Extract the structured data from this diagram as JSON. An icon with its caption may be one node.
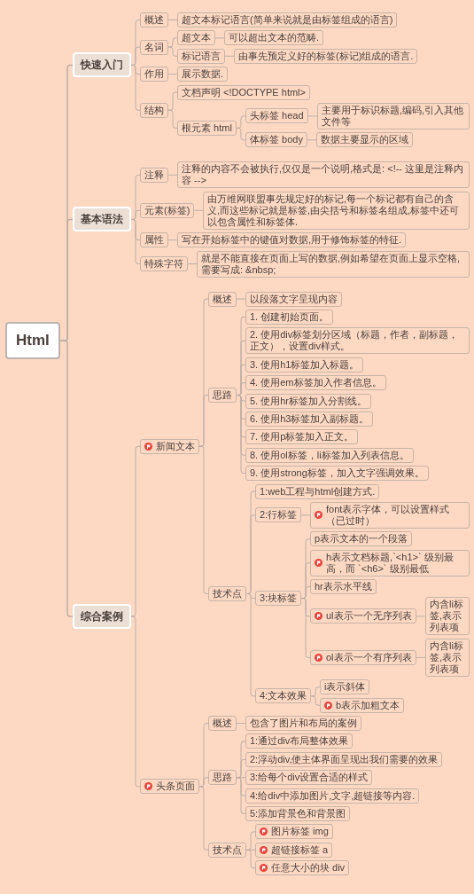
{
  "diagram": {
    "nodes": [
      {
        "text": [
          "Html"
        ]
      },
      {
        "text": [
          "快速入门"
        ]
      },
      {
        "text": [
          "基本语法"
        ]
      },
      {
        "text": [
          "综合案例"
        ]
      },
      {
        "text": [
          "概述"
        ]
      },
      {
        "text": [
          "超文本标记语言(简单来说就是由标签组成的语言)"
        ]
      },
      {
        "text": [
          "名词"
        ]
      },
      {
        "text": [
          "超文本"
        ]
      },
      {
        "text": [
          "可以超出文本的范畴."
        ]
      },
      {
        "text": [
          "标记语言"
        ]
      },
      {
        "text": [
          "由事先预定义好的标签(标记)组成的语言."
        ]
      },
      {
        "text": [
          "作用"
        ]
      },
      {
        "text": [
          "展示数据."
        ]
      },
      {
        "text": [
          "结构"
        ]
      },
      {
        "text": [
          "文档声明 <!DOCTYPE html>"
        ]
      },
      {
        "text": [
          "根元素 html"
        ]
      },
      {
        "text": [
          "头标签 head"
        ]
      },
      {
        "text": [
          "主要用于标识标题,编码,引入其他文件等"
        ]
      },
      {
        "text": [
          "体标签 body"
        ]
      },
      {
        "text": [
          "数据主要显示的区域"
        ]
      },
      {
        "text": [
          "注释"
        ]
      },
      {
        "text": [
          "注释的内容不会被执行,仅仅是一个说明,格式是: <!-- 这里是注释内容 -->"
        ]
      },
      {
        "text": [
          "元素(标签)"
        ]
      },
      {
        "text": [
          "由万维网联盟事先规定好的标记,每一个标记都有自己的含义,而这些标记就是标签,由尖括号和标签名组成,标签中还可以包含属性和标签体."
        ]
      },
      {
        "text": [
          "属性"
        ]
      },
      {
        "text": [
          "写在开始标签中的键值对数据,用于修饰标签的特征."
        ]
      },
      {
        "text": [
          "特殊字符"
        ]
      },
      {
        "text": [
          "就是不能直接在页面上写的数据,例如希望在页面上显示空格,需要写成: &nbsp;"
        ]
      },
      {
        "text": [
          "新闻文本"
        ]
      },
      {
        "text": [
          "概述"
        ]
      },
      {
        "text": [
          "以段落文字呈现内容"
        ]
      },
      {
        "text": [
          "思路"
        ]
      },
      {
        "text": [
          "1. 创建初始页面。"
        ]
      },
      {
        "text": [
          "2. 使用div标签划分区域（标题，作者，副标题，正文），设置div样式。"
        ]
      },
      {
        "text": [
          "3. 使用h1标签加入标题。"
        ]
      },
      {
        "text": [
          "4. 使用em标签加入作者信息。"
        ]
      },
      {
        "text": [
          "5. 使用hr标签加入分割线。"
        ]
      },
      {
        "text": [
          "6. 使用h3标签加入副标题。"
        ]
      },
      {
        "text": [
          "7. 使用p标签加入正文。"
        ]
      },
      {
        "text": [
          "8. 使用ol标签，li标签加入列表信息。"
        ]
      },
      {
        "text": [
          "9. 使用strong标签，加入文字强调效果。"
        ]
      },
      {
        "text": [
          "技术点"
        ]
      },
      {
        "text": [
          "1:web工程与html创建方式."
        ]
      },
      {
        "text": [
          "2:行标签"
        ]
      },
      {
        "text": [
          "font表示字体，可以设置样式（已过时）"
        ]
      },
      {
        "text": [
          "3:块标签"
        ]
      },
      {
        "text": [
          "p表示文本的一个段落"
        ]
      },
      {
        "text": [
          "h表示文档标题,`<h1>` 级别最高，而 `<h6>` 级别最低"
        ]
      },
      {
        "text": [
          "hr表示水平线"
        ]
      },
      {
        "text": [
          "ul表示一个无序列表"
        ]
      },
      {
        "text": [
          "内含li标签,表示列表项"
        ]
      },
      {
        "text": [
          "ol表示一个有序列表"
        ]
      },
      {
        "text": [
          "内含li标签,表示列表项"
        ]
      },
      {
        "text": [
          "4:文本效果"
        ]
      },
      {
        "text": [
          "i表示斜体"
        ]
      },
      {
        "text": [
          "b表示加粗文本"
        ]
      },
      {
        "text": [
          "头条页面"
        ]
      },
      {
        "text": [
          "概述"
        ]
      },
      {
        "text": [
          "包含了图片和布局的案例"
        ]
      },
      {
        "text": [
          "思路"
        ]
      },
      {
        "text": [
          "1:通过div布局整体效果"
        ]
      },
      {
        "text": [
          "2:浮动div,使主体界面呈现出我们需要的效果"
        ]
      },
      {
        "text": [
          "3:给每个div设置合适的样式"
        ]
      },
      {
        "text": [
          "4:给div中添加图片,文字,超链接等内容."
        ]
      },
      {
        "text": [
          "5:添加背景色和背景图"
        ]
      },
      {
        "text": [
          "技术点"
        ]
      },
      {
        "text": [
          "图片标签 img"
        ]
      },
      {
        "text": [
          "超链接标签 a"
        ]
      },
      {
        "text": [
          "任意大小的块 div"
        ]
      }
    ],
    "edges": [
      {
        "from": 0,
        "to": 1,
        "arrow": "none"
      },
      {
        "from": 0,
        "to": 2,
        "arrow": "none"
      },
      {
        "from": 0,
        "to": 3,
        "arrow": "none"
      },
      {
        "from": 1,
        "to": 4,
        "arrow": "none"
      },
      {
        "from": 4,
        "to": 5,
        "arrow": "none"
      },
      {
        "from": 1,
        "to": 6,
        "arrow": "none"
      },
      {
        "from": 6,
        "to": 7,
        "arrow": "none"
      },
      {
        "from": 7,
        "to": 8,
        "arrow": "none"
      },
      {
        "from": 6,
        "to": 9,
        "arrow": "none"
      },
      {
        "from": 9,
        "to": 10,
        "arrow": "none"
      },
      {
        "from": 1,
        "to": 11,
        "arrow": "none"
      },
      {
        "from": 11,
        "to": 12,
        "arrow": "none"
      },
      {
        "from": 1,
        "to": 13,
        "arrow": "none"
      },
      {
        "from": 13,
        "to": 14,
        "arrow": "none"
      },
      {
        "from": 13,
        "to": 15,
        "arrow": "none"
      },
      {
        "from": 15,
        "to": 16,
        "arrow": "none"
      },
      {
        "from": 16,
        "to": 17,
        "arrow": "none"
      },
      {
        "from": 15,
        "to": 18,
        "arrow": "none"
      },
      {
        "from": 18,
        "to": 19,
        "arrow": "none"
      },
      {
        "from": 2,
        "to": 20,
        "arrow": "none"
      },
      {
        "from": 20,
        "to": 21,
        "arrow": "none"
      },
      {
        "from": 2,
        "to": 22,
        "arrow": "none"
      },
      {
        "from": 22,
        "to": 23,
        "arrow": "none"
      },
      {
        "from": 2,
        "to": 24,
        "arrow": "none"
      },
      {
        "from": 24,
        "to": 25,
        "arrow": "none"
      },
      {
        "from": 2,
        "to": 26,
        "arrow": "none"
      },
      {
        "from": 26,
        "to": 27,
        "arrow": "none"
      },
      {
        "from": 3,
        "to": 28,
        "arrow": "none"
      },
      {
        "from": 28,
        "to": 29,
        "arrow": "none"
      },
      {
        "from": 29,
        "to": 30,
        "arrow": "none"
      },
      {
        "from": 28,
        "to": 31,
        "arrow": "none"
      },
      {
        "from": 31,
        "to": 32,
        "arrow": "none"
      },
      {
        "from": 31,
        "to": 33,
        "arrow": "none"
      },
      {
        "from": 31,
        "to": 34,
        "arrow": "none"
      },
      {
        "from": 31,
        "to": 35,
        "arrow": "none"
      },
      {
        "from": 31,
        "to": 36,
        "arrow": "none"
      },
      {
        "from": 31,
        "to": 37,
        "arrow": "none"
      },
      {
        "from": 31,
        "to": 38,
        "arrow": "none"
      },
      {
        "from": 31,
        "to": 39,
        "arrow": "none"
      },
      {
        "from": 31,
        "to": 40,
        "arrow": "none"
      },
      {
        "from": 28,
        "to": 41,
        "arrow": "none"
      },
      {
        "from": 41,
        "to": 42,
        "arrow": "none"
      },
      {
        "from": 41,
        "to": 43,
        "arrow": "none"
      },
      {
        "from": 43,
        "to": 44,
        "arrow": "none"
      },
      {
        "from": 41,
        "to": 45,
        "arrow": "none"
      },
      {
        "from": 45,
        "to": 46,
        "arrow": "none"
      },
      {
        "from": 45,
        "to": 47,
        "arrow": "none"
      },
      {
        "from": 45,
        "to": 48,
        "arrow": "none"
      },
      {
        "from": 45,
        "to": 49,
        "arrow": "none"
      },
      {
        "from": 49,
        "to": 50,
        "arrow": "none"
      },
      {
        "from": 45,
        "to": 51,
        "arrow": "none"
      },
      {
        "from": 51,
        "to": 52,
        "arrow": "none"
      },
      {
        "from": 41,
        "to": 53,
        "arrow": "none"
      },
      {
        "from": 53,
        "to": 54,
        "arrow": "none"
      },
      {
        "from": 53,
        "to": 55,
        "arrow": "none"
      },
      {
        "from": 3,
        "to": 56,
        "arrow": "none"
      },
      {
        "from": 56,
        "to": 57,
        "arrow": "none"
      },
      {
        "from": 57,
        "to": 58,
        "arrow": "none"
      },
      {
        "from": 56,
        "to": 59,
        "arrow": "none"
      },
      {
        "from": 59,
        "to": 60,
        "arrow": "none"
      },
      {
        "from": 59,
        "to": 61,
        "arrow": "none"
      },
      {
        "from": 59,
        "to": 62,
        "arrow": "none"
      },
      {
        "from": 59,
        "to": 63,
        "arrow": "none"
      },
      {
        "from": 59,
        "to": 64,
        "arrow": "none"
      },
      {
        "from": 56,
        "to": 65,
        "arrow": "none"
      },
      {
        "from": 65,
        "to": 66,
        "arrow": "none"
      },
      {
        "from": 65,
        "to": 67,
        "arrow": "none"
      },
      {
        "from": 65,
        "to": 68,
        "arrow": "none"
      }
    ]
  }
}
